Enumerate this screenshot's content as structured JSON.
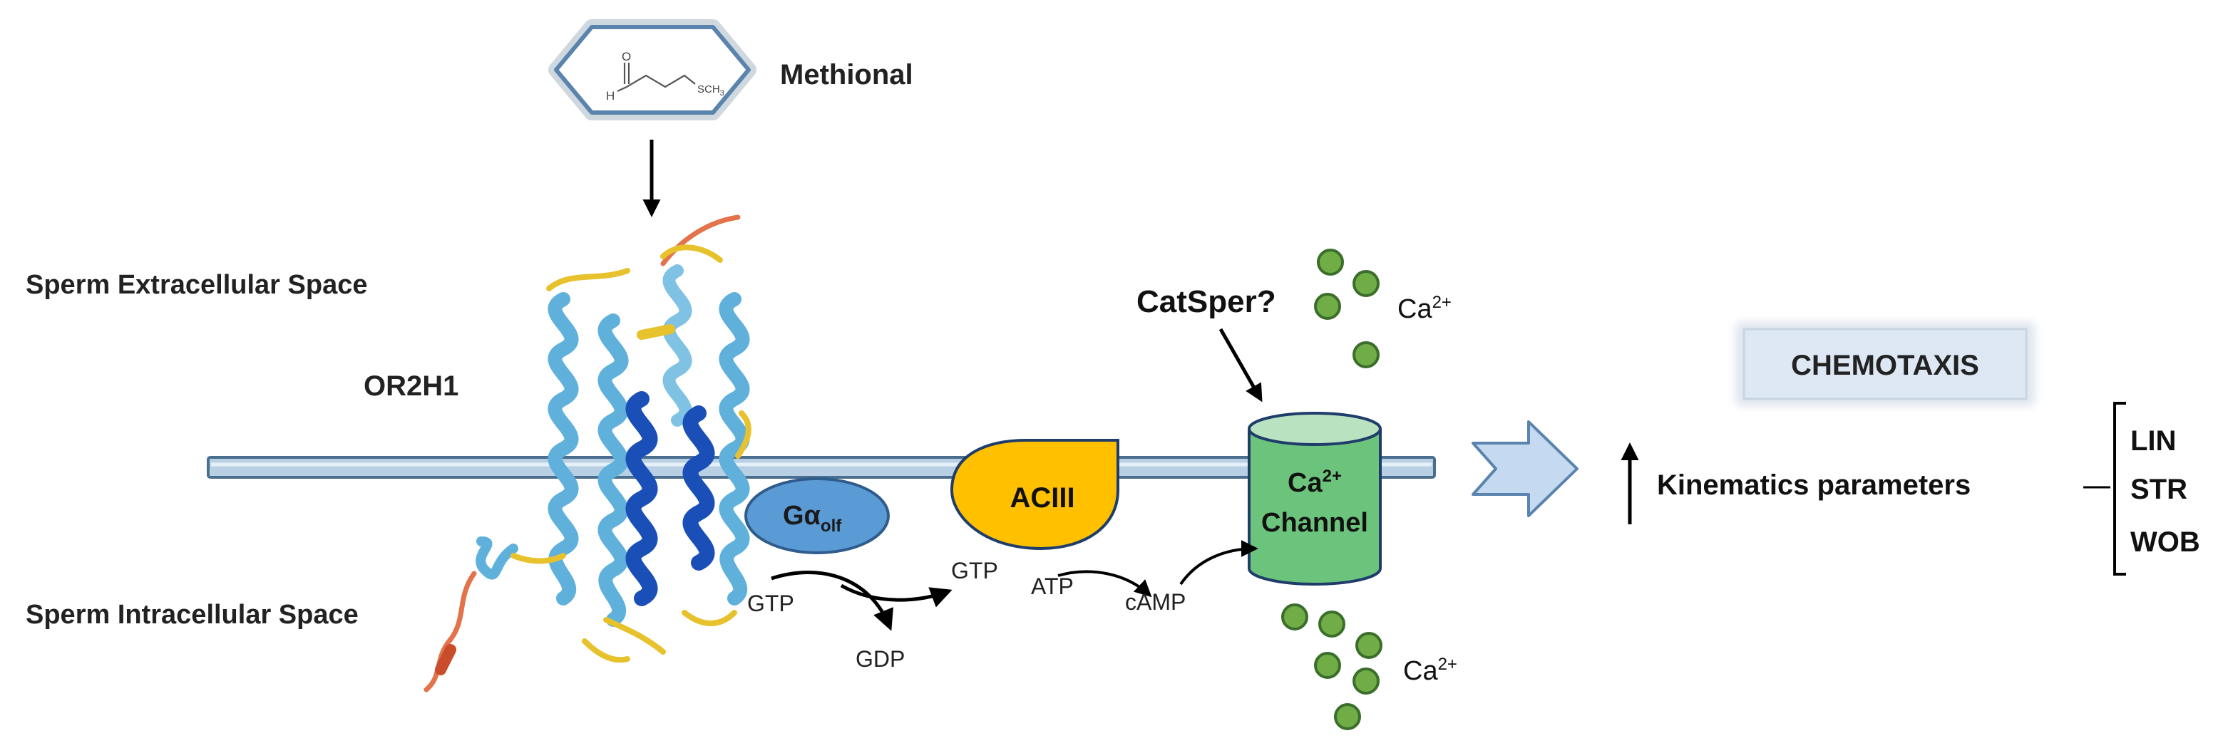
{
  "molecule": {
    "name": "Methional",
    "struct_o": "O",
    "struct_h": "H",
    "struct_s": "SCH",
    "struct_s_sub": "3"
  },
  "labels": {
    "extracellular": "Sperm Extracellular Space",
    "intracellular": "Sperm Intracellular Space",
    "receptor": "OR2H1",
    "catsper": "CatSper?",
    "chemotaxis": "CHEMOTAXIS",
    "kinematics": "Kinematics parameters"
  },
  "g_protein": {
    "main": "Gα",
    "sub": "olf"
  },
  "adenylyl_cyclase": "ACIII",
  "channel": {
    "line1": "Ca",
    "line1_sup": "2+",
    "line2": "Channel"
  },
  "calcium": {
    "symbol": "Ca",
    "charge": "2+"
  },
  "reactions": {
    "gtp_in": "GTP",
    "gdp_out": "GDP",
    "gtp_to_ac": "GTP",
    "atp": "ATP",
    "camp": "cAMP"
  },
  "parameters": [
    "LIN",
    "STR",
    "WOB"
  ],
  "colors": {
    "membrane": "#b9d0e4",
    "membrane_border": "#4a6e8e",
    "g_protein": "#5b9bd5",
    "adenylyl_cyclase": "#ffc000",
    "channel": "#6cc47c",
    "calcium_ion": "#70ad47",
    "helix_light": "#5fb1dc",
    "helix_dark": "#1a4fb8",
    "helix_yellow": "#e8c22c",
    "loop_orange": "#e2734b",
    "chemotaxis_box": "#dde8f4",
    "big_arrow": "#c5daf0"
  },
  "icons": {
    "molecule": "hexagon-molecule-icon",
    "protein": "protein-ribbon-icon",
    "flow_arrow": "block-arrow-icon",
    "increase": "up-arrow-icon",
    "grouping": "bracket-icon"
  }
}
